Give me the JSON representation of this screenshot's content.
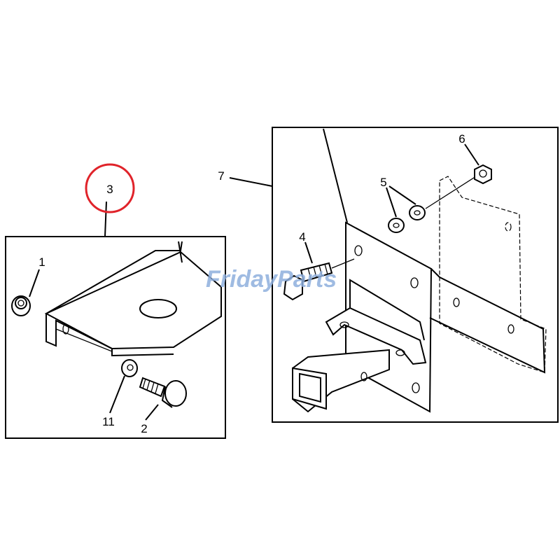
{
  "callouts": {
    "c1": "1",
    "c2": "2",
    "c3": "3",
    "c4": "4",
    "c5": "5",
    "c6": "6",
    "c7": "7",
    "c11": "11"
  },
  "highlight": {
    "callout": "3",
    "color": "#e0232a"
  },
  "watermark": {
    "part1": "Friday",
    "part2": "Parts",
    "color1": "#8fb0de",
    "color2": "#f2b36a"
  }
}
